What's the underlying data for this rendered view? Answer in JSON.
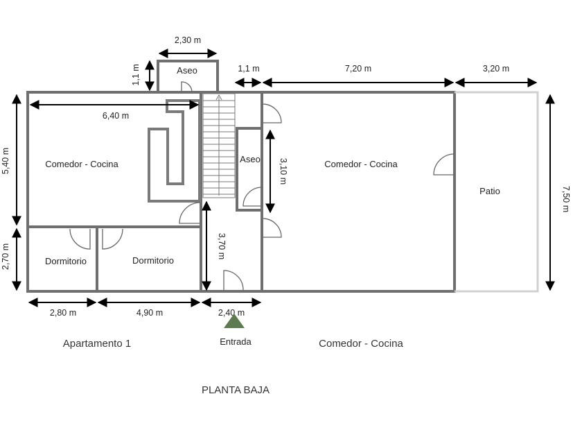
{
  "plan_title": "PLANTA BAJA",
  "captions": {
    "apartment_1": "Apartamento 1",
    "apartment_2": "Comedor - Cocina",
    "entrance": "Entrada"
  },
  "rooms": {
    "comedor_cocina_left": "Comedor - Cocina",
    "dormitorio_1": "Dormitorio",
    "dormitorio_2": "Dormitorio",
    "aseo_top": "Aseo",
    "aseo_middle": "Aseo",
    "comedor_cocina_right": "Comedor - Cocina",
    "patio": "Patio"
  },
  "dimensions": {
    "aseo_width": "2,30 m",
    "aseo_depth": "1,1 m",
    "corridor_width": "1,1 m",
    "right_unit_width": "7,20 m",
    "patio_width": "3,20 m",
    "left_unit_width": "6,40 m",
    "left_unit_depth": "5,40 m",
    "dormitorio_depth": "2,70 m",
    "aseo_middle_depth": "3,10 m",
    "entrance_depth": "3,70 m",
    "total_depth": "7,50 m",
    "dormitorio_1_width": "2,80 m",
    "dormitorio_2_width": "4,90 m",
    "entrance_width": "2,40 m"
  },
  "colors": {
    "wall": "#6f6f6f",
    "patio_wall": "#d0d0d0",
    "entrance_marker": "#5d7a50"
  }
}
